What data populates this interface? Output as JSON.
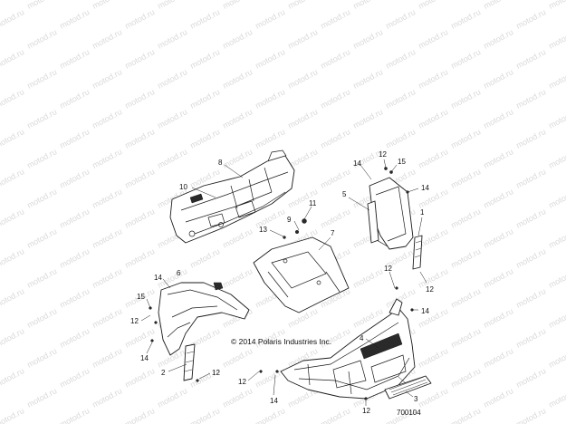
{
  "watermark_text": "motod.ru",
  "copyright": "© 2014 Polaris Industries Inc.",
  "diagram_id": "700104",
  "callouts": [
    {
      "id": "c8",
      "text": "8"
    },
    {
      "id": "c10",
      "text": "10"
    },
    {
      "id": "c11",
      "text": "11"
    },
    {
      "id": "c9",
      "text": "9"
    },
    {
      "id": "c13",
      "text": "13"
    },
    {
      "id": "c7",
      "text": "7"
    },
    {
      "id": "c14a",
      "text": "14"
    },
    {
      "id": "c12a",
      "text": "12"
    },
    {
      "id": "c15a",
      "text": "15"
    },
    {
      "id": "c5",
      "text": "5"
    },
    {
      "id": "c14b",
      "text": "14"
    },
    {
      "id": "c1",
      "text": "1"
    },
    {
      "id": "c12b",
      "text": "12"
    },
    {
      "id": "c12c",
      "text": "12"
    },
    {
      "id": "c14c",
      "text": "14"
    },
    {
      "id": "c4",
      "text": "4"
    },
    {
      "id": "c3",
      "text": "3"
    },
    {
      "id": "c14d",
      "text": "14"
    },
    {
      "id": "c6",
      "text": "6"
    },
    {
      "id": "c15b",
      "text": "15"
    },
    {
      "id": "c12d",
      "text": "12"
    },
    {
      "id": "c14e",
      "text": "14"
    },
    {
      "id": "c2",
      "text": "2"
    },
    {
      "id": "c12e",
      "text": "12"
    },
    {
      "id": "c12f",
      "text": "12"
    },
    {
      "id": "c14f",
      "text": "14"
    },
    {
      "id": "c12g",
      "text": "12"
    }
  ]
}
